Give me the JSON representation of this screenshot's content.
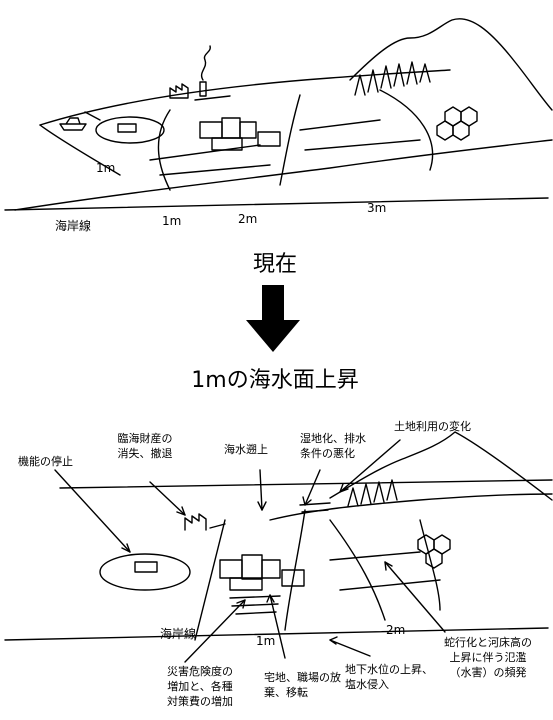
{
  "top_scene": {
    "coastline_label": "海岸線",
    "elev_1m_a": "1m",
    "elev_1m_b": "1m",
    "elev_2m": "2m",
    "elev_3m": "3m"
  },
  "transition": {
    "current_label": "現在",
    "sea_rise_label": "1mの海水面上昇"
  },
  "bottom_scene": {
    "coastline_label": "海岸線",
    "elev_1m": "1m",
    "elev_2m": "2m",
    "annotations": {
      "loss_of_function": "機能の停止",
      "coastal_assets": "臨海財産の\n消失、撤退",
      "seawater_run_up": "海水遡上",
      "wetland": "湿地化、排水\n条件の悪化",
      "land_use_change": "土地利用の変化",
      "disaster_risk": "災害危険度の\n増加と、各種\n対策費の増加",
      "relocation": "宅地、職場の放\n棄、移転",
      "groundwater": "地下水位の上昇、\n塩水侵入",
      "flooding": "蛇行化と河床高の\n上昇に伴う氾濫\n（水害）の頻発"
    }
  }
}
